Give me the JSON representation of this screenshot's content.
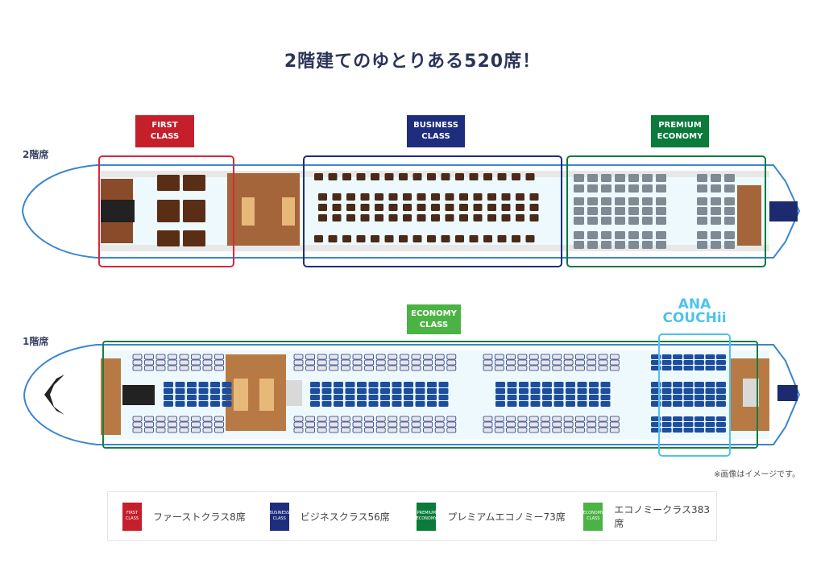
{
  "title": "2階建てのゆとりある520席！",
  "upper_deck_label": "2階席",
  "lower_deck_label": "1階席",
  "class_labels": {
    "first": [
      "FIRST",
      "CLASS"
    ],
    "business": [
      "BUSINESS",
      "CLASS"
    ],
    "premium": [
      "PREMIUM",
      "ECONOMY"
    ],
    "economy": [
      "ECONOMY",
      "CLASS"
    ]
  },
  "couchii_label": [
    "ANA",
    "COUCHii"
  ],
  "note": "※画像はイメージです。",
  "legend": [
    {
      "badge": [
        "FIRST",
        "CLASS"
      ],
      "text": "ファーストクラス8席",
      "color": "#c41f2b"
    },
    {
      "badge": [
        "BUSINESS",
        "CLASS"
      ],
      "text": "ビジネスクラス56席",
      "color": "#1e2d7d"
    },
    {
      "badge": [
        "PREMIUM",
        "ECONOMY"
      ],
      "text": "プレミアムエコノミー73席",
      "color": "#0b7a3b"
    },
    {
      "badge": [
        "ECONOMY",
        "CLASS"
      ],
      "text": "エコノミークラス383席",
      "color": "#4bb344"
    }
  ],
  "colors": {
    "fuselage": "#3a86d0",
    "couchii": "#4ec3ec",
    "seat_blue": "#1d4e9e",
    "wood": "#a5653a"
  }
}
